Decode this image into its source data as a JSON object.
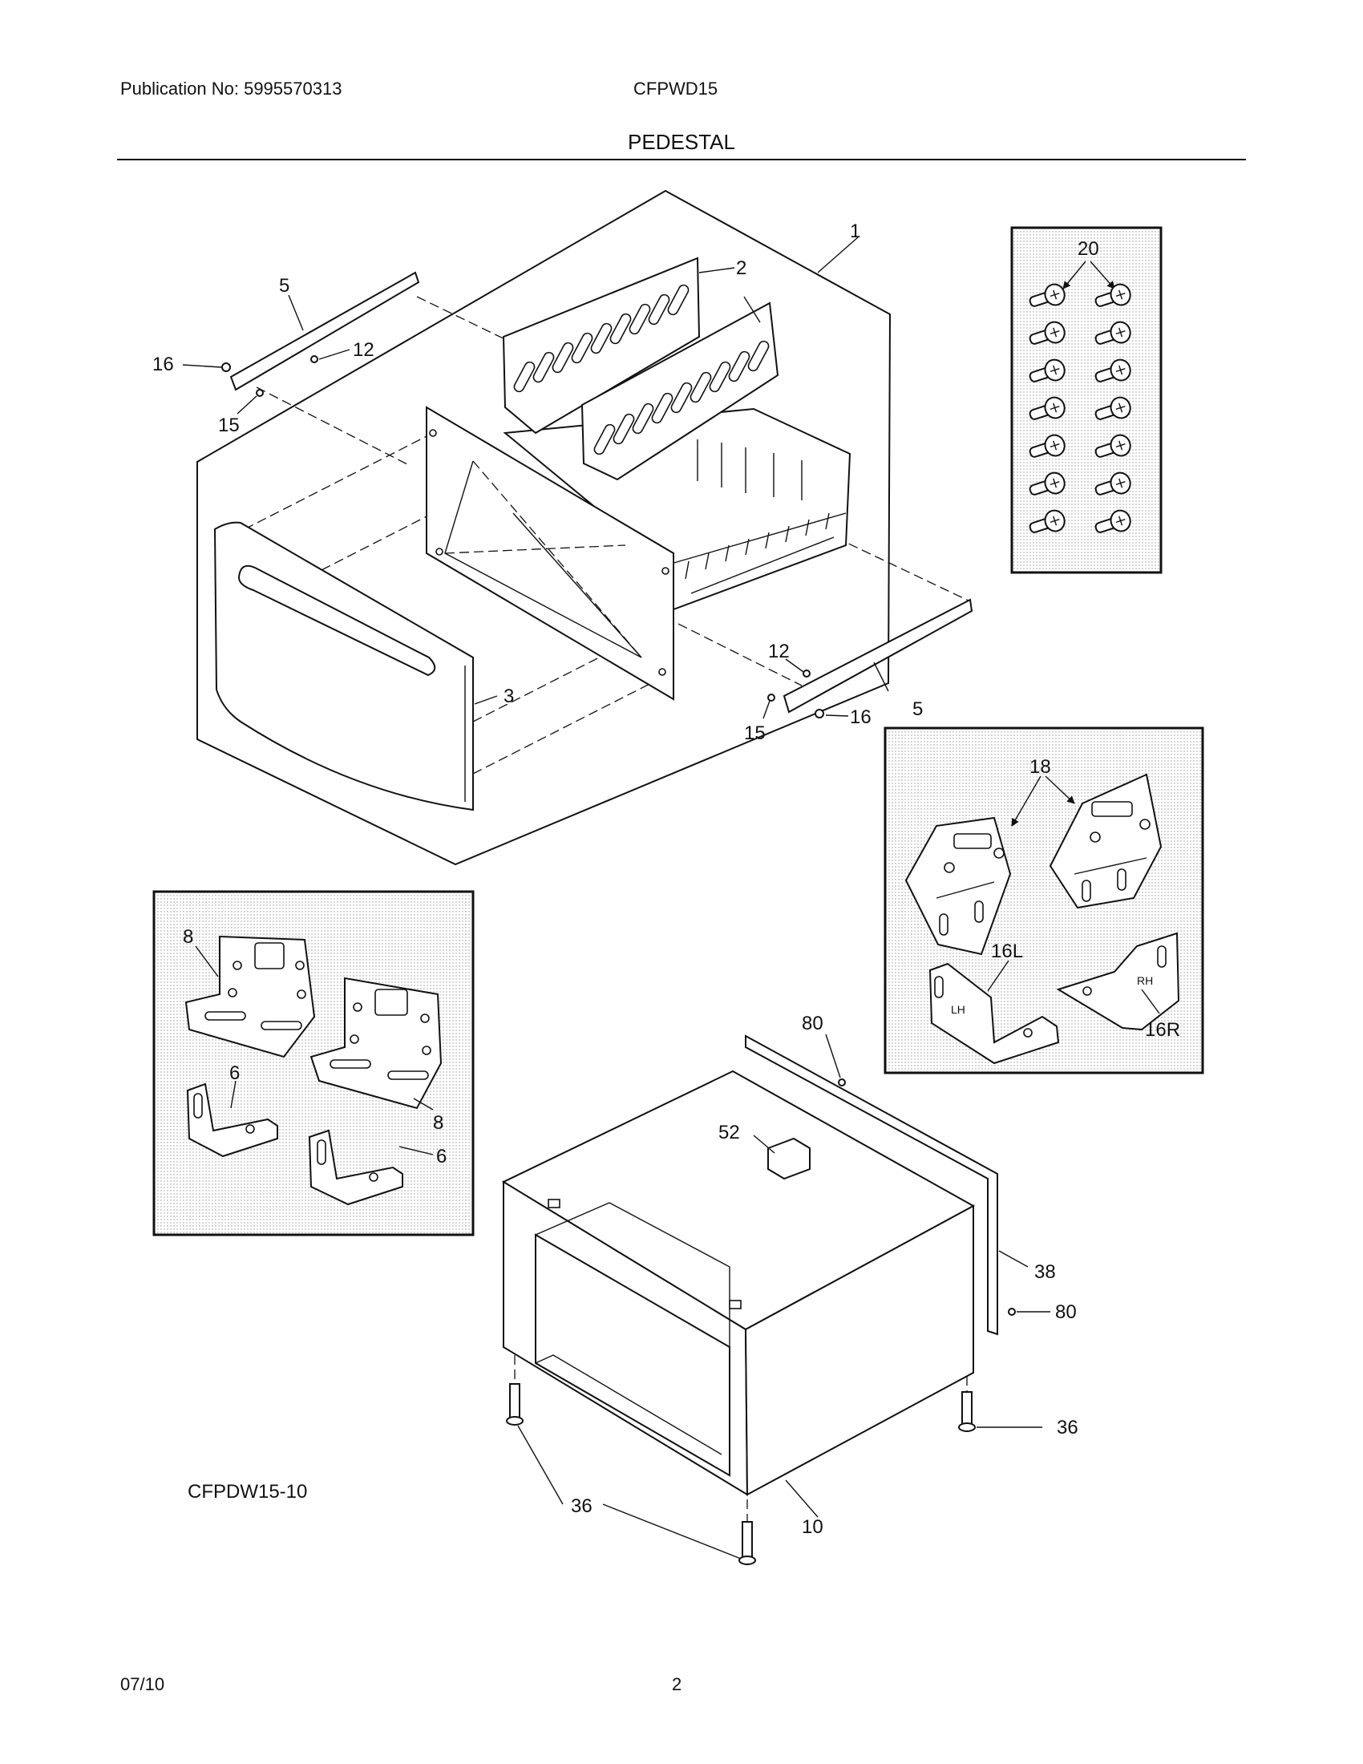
{
  "header": {
    "publication": "Publication No: 5995570313",
    "model": "CFPWD15",
    "section_title": "PEDESTAL"
  },
  "diagram": {
    "figure_id": "CFPDW15-10",
    "callouts": {
      "c1": "1",
      "c2": "2",
      "c3": "3",
      "c5a": "5",
      "c5b": "5",
      "c12a": "12",
      "c12b": "12",
      "c15a": "15",
      "c15b": "15",
      "c16a": "16",
      "c16b": "16",
      "c20": "20",
      "c18": "18",
      "c16L": "16L",
      "c16R": "16R",
      "c8a": "8",
      "c8b": "8",
      "c6a": "6",
      "c6b": "6",
      "c80a": "80",
      "c80b": "80",
      "c52": "52",
      "c38": "38",
      "c36a": "36",
      "c36b": "36",
      "c10": "10"
    },
    "bracket_labels": {
      "lh": "LH",
      "rh": "RH"
    }
  },
  "footer": {
    "date": "07/10",
    "page": "2"
  }
}
